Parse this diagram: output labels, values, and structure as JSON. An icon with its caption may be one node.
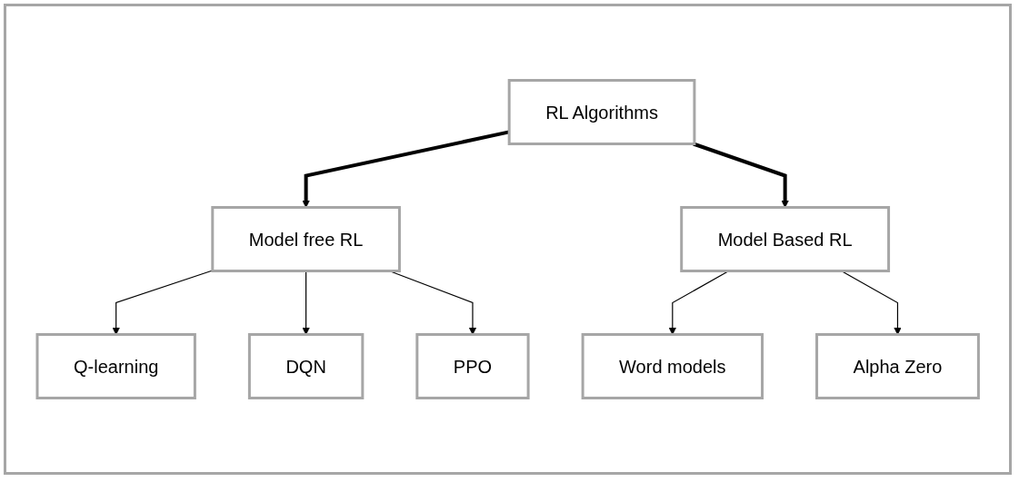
{
  "diagram": {
    "nodes": [
      {
        "text": [
          "RL Algorithms"
        ]
      },
      {
        "text": [
          "Model free RL"
        ]
      },
      {
        "text": [
          "Model Based RL"
        ]
      },
      {
        "text": [
          "Q-learning"
        ]
      },
      {
        "text": [
          "DQN"
        ]
      },
      {
        "text": [
          "PPO"
        ]
      },
      {
        "text": [
          "Word models"
        ]
      },
      {
        "text": [
          "Alpha Zero"
        ]
      }
    ],
    "edges": [
      {
        "from": 0,
        "to": 1,
        "arrow": "to",
        "style": "thick"
      },
      {
        "from": 0,
        "to": 2,
        "arrow": "to",
        "style": "thick"
      },
      {
        "from": 1,
        "to": 3,
        "arrow": "to"
      },
      {
        "from": 1,
        "to": 4,
        "arrow": "to"
      },
      {
        "from": 1,
        "to": 5,
        "arrow": "to"
      },
      {
        "from": 2,
        "to": 6,
        "arrow": "to"
      },
      {
        "from": 2,
        "to": 7,
        "arrow": "to"
      }
    ]
  }
}
